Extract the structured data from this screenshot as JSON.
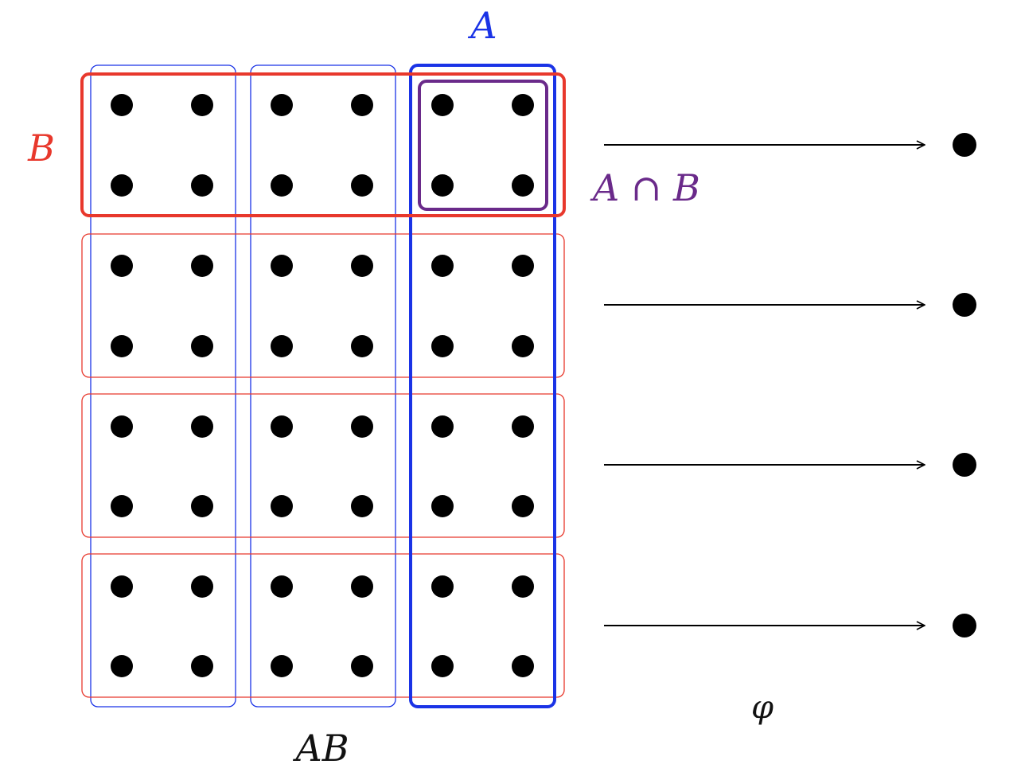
{
  "labels": {
    "A": "A",
    "B": "B",
    "intersection": "A ∩ B",
    "product": "AB",
    "map": "φ"
  },
  "grid": {
    "block_columns": 3,
    "block_rows": 4,
    "dots_per_block_side": 2
  },
  "targets": 4,
  "colors": {
    "A": "#1a33e6",
    "B": "#e8382c",
    "intersection": "#6a2a8a",
    "dots": "#000000",
    "arrows": "#000000",
    "text": "#111111"
  }
}
